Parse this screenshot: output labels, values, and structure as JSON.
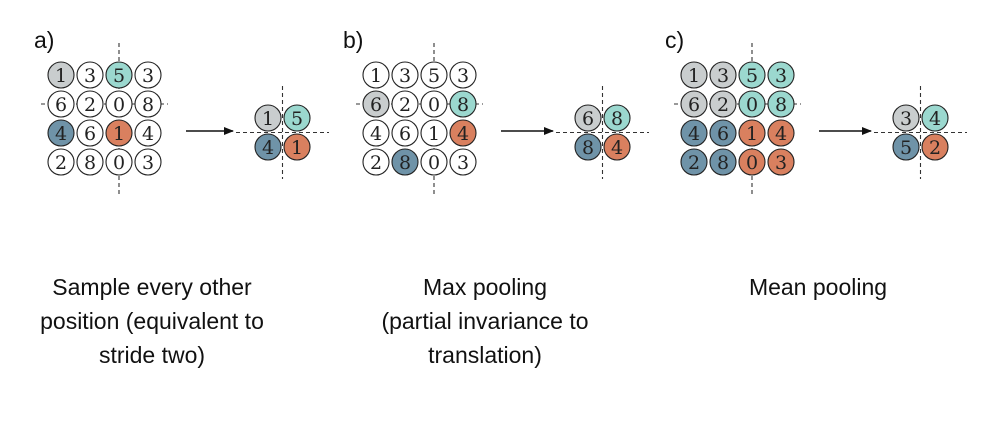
{
  "colors": {
    "none": "#ffffff",
    "gray": "#c9cdce",
    "teal": "#9bd8cf",
    "blue": "#6f93a8",
    "orange": "#d9805f"
  },
  "panels": [
    {
      "label": "a)",
      "caption": [
        "Sample every other",
        "position (equivalent to",
        "stride two)"
      ],
      "input": [
        [
          {
            "v": "1",
            "c": "gray"
          },
          {
            "v": "3",
            "c": "none"
          },
          {
            "v": "5",
            "c": "teal"
          },
          {
            "v": "3",
            "c": "none"
          }
        ],
        [
          {
            "v": "6",
            "c": "none"
          },
          {
            "v": "2",
            "c": "none"
          },
          {
            "v": "0",
            "c": "none"
          },
          {
            "v": "8",
            "c": "none"
          }
        ],
        [
          {
            "v": "4",
            "c": "blue"
          },
          {
            "v": "6",
            "c": "none"
          },
          {
            "v": "1",
            "c": "orange"
          },
          {
            "v": "4",
            "c": "none"
          }
        ],
        [
          {
            "v": "2",
            "c": "none"
          },
          {
            "v": "8",
            "c": "none"
          },
          {
            "v": "0",
            "c": "none"
          },
          {
            "v": "3",
            "c": "none"
          }
        ]
      ],
      "output": [
        [
          {
            "v": "1",
            "c": "gray"
          },
          {
            "v": "5",
            "c": "teal"
          }
        ],
        [
          {
            "v": "4",
            "c": "blue"
          },
          {
            "v": "1",
            "c": "orange"
          }
        ]
      ]
    },
    {
      "label": "b)",
      "caption": [
        "Max pooling",
        "(partial invariance to",
        "translation)"
      ],
      "input": [
        [
          {
            "v": "1",
            "c": "none"
          },
          {
            "v": "3",
            "c": "none"
          },
          {
            "v": "5",
            "c": "none"
          },
          {
            "v": "3",
            "c": "none"
          }
        ],
        [
          {
            "v": "6",
            "c": "gray"
          },
          {
            "v": "2",
            "c": "none"
          },
          {
            "v": "0",
            "c": "none"
          },
          {
            "v": "8",
            "c": "teal"
          }
        ],
        [
          {
            "v": "4",
            "c": "none"
          },
          {
            "v": "6",
            "c": "none"
          },
          {
            "v": "1",
            "c": "none"
          },
          {
            "v": "4",
            "c": "orange"
          }
        ],
        [
          {
            "v": "2",
            "c": "none"
          },
          {
            "v": "8",
            "c": "blue"
          },
          {
            "v": "0",
            "c": "none"
          },
          {
            "v": "3",
            "c": "none"
          }
        ]
      ],
      "output": [
        [
          {
            "v": "6",
            "c": "gray"
          },
          {
            "v": "8",
            "c": "teal"
          }
        ],
        [
          {
            "v": "8",
            "c": "blue"
          },
          {
            "v": "4",
            "c": "orange"
          }
        ]
      ]
    },
    {
      "label": "c)",
      "caption": [
        "Mean pooling"
      ],
      "input": [
        [
          {
            "v": "1",
            "c": "gray"
          },
          {
            "v": "3",
            "c": "gray"
          },
          {
            "v": "5",
            "c": "teal"
          },
          {
            "v": "3",
            "c": "teal"
          }
        ],
        [
          {
            "v": "6",
            "c": "gray"
          },
          {
            "v": "2",
            "c": "gray"
          },
          {
            "v": "0",
            "c": "teal"
          },
          {
            "v": "8",
            "c": "teal"
          }
        ],
        [
          {
            "v": "4",
            "c": "blue"
          },
          {
            "v": "6",
            "c": "blue"
          },
          {
            "v": "1",
            "c": "orange"
          },
          {
            "v": "4",
            "c": "orange"
          }
        ],
        [
          {
            "v": "2",
            "c": "blue"
          },
          {
            "v": "8",
            "c": "blue"
          },
          {
            "v": "0",
            "c": "orange"
          },
          {
            "v": "3",
            "c": "orange"
          }
        ]
      ],
      "output": [
        [
          {
            "v": "3",
            "c": "gray"
          },
          {
            "v": "4",
            "c": "teal"
          }
        ],
        [
          {
            "v": "5",
            "c": "blue"
          },
          {
            "v": "2",
            "c": "orange"
          }
        ]
      ]
    }
  ]
}
